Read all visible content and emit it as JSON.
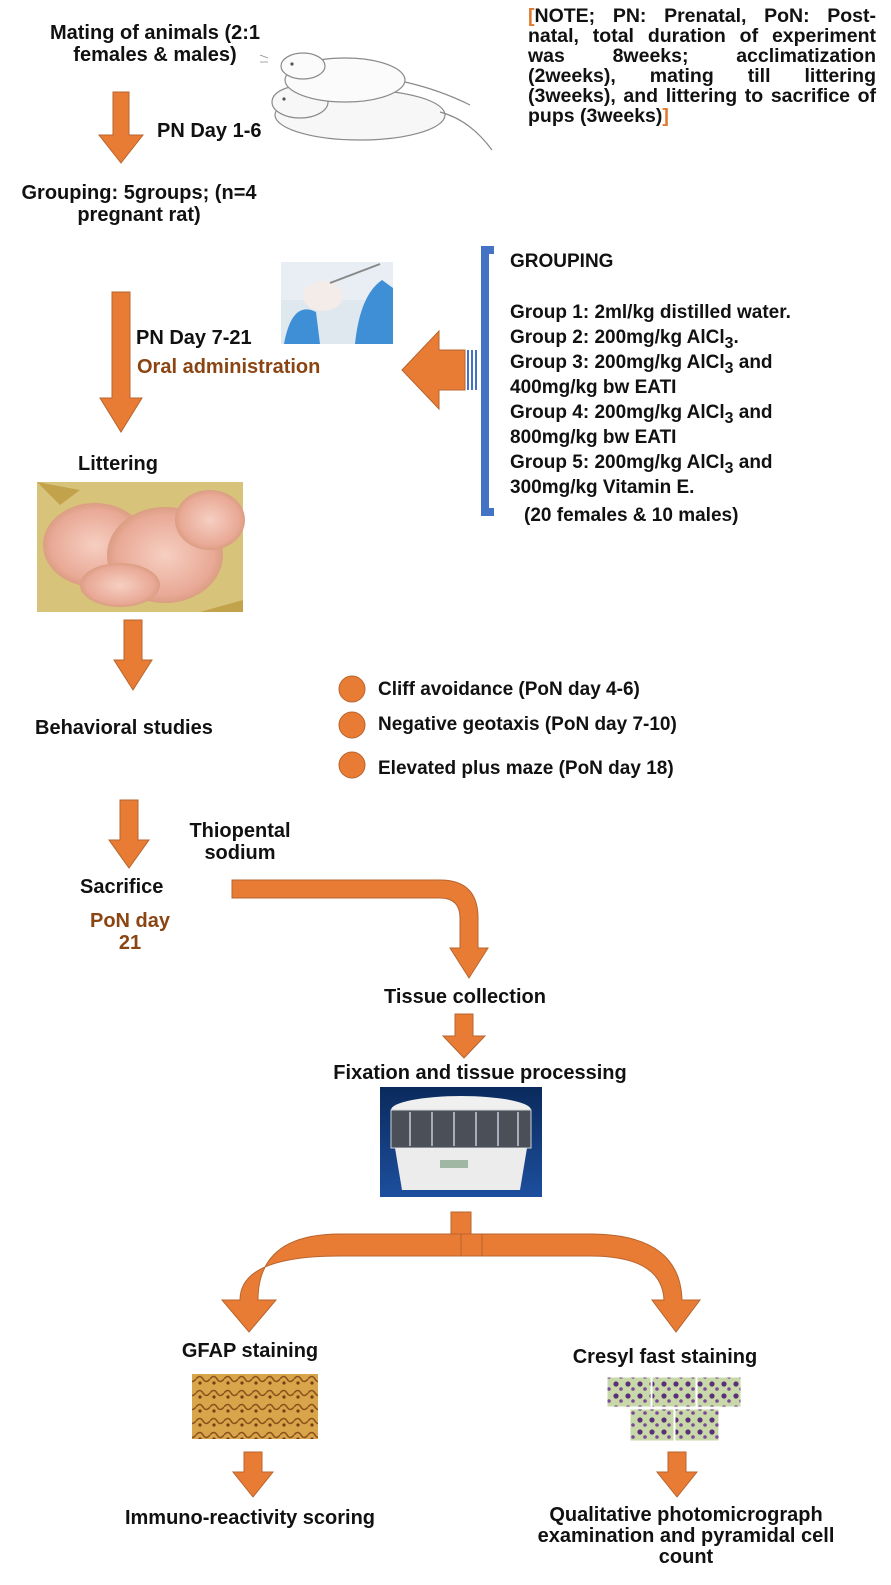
{
  "mating": {
    "line1": "Mating of animals (2:1",
    "line2": "females & males)"
  },
  "pn_day_1_6": "PN Day 1-6",
  "grouping_step": {
    "line1": "Grouping: 5groups; (n=4",
    "line2": "pregnant rat)"
  },
  "note": {
    "open_bracket": "[",
    "text": "NOTE; PN: Prenatal, PoN: Post-natal, total duration of experiment was 8weeks; acclimatization (2weeks), mating till littering (3weeks), and littering to sacrifice of pups (3weeks)",
    "close_bracket": "]"
  },
  "pn_day_7_21": "PN Day 7-21",
  "oral_administration": "Oral administration",
  "grouping_box": {
    "title": "GROUPING",
    "groups": [
      {
        "prefix": "Group 1: 2ml/kg distilled water.",
        "sub": "",
        "suffix": ""
      },
      {
        "prefix": "Group 2: 200mg/kg AlCl",
        "sub": "3",
        "suffix": "."
      },
      {
        "prefix": "Group 3: 200mg/kg AlCl",
        "sub": "3",
        "suffix": " and"
      },
      {
        "prefix": "400mg/kg bw EATI",
        "sub": "",
        "suffix": ""
      },
      {
        "prefix": "Group 4: 200mg/kg AlCl",
        "sub": "3",
        "suffix": " and"
      },
      {
        "prefix": "800mg/kg bw EATI",
        "sub": "",
        "suffix": ""
      },
      {
        "prefix": "Group 5: 200mg/kg AlCl",
        "sub": "3",
        "suffix": " and"
      },
      {
        "prefix": "300mg/kg Vitamin E.",
        "sub": "",
        "suffix": ""
      }
    ],
    "total": "(20 females & 10 males)"
  },
  "littering": "Littering",
  "behavioral_studies": "Behavioral studies",
  "tests": [
    "Cliff  avoidance (PoN day 4-6)",
    "Negative geotaxis (PoN day 7-10)",
    "Elevated plus maze (PoN day 18)"
  ],
  "thiopental": {
    "line1": "Thiopental",
    "line2": "sodium"
  },
  "sacrifice": "Sacrifice",
  "pon_day_21": {
    "line1": "PoN day",
    "line2": "21"
  },
  "tissue_collection": "Tissue collection",
  "fixation": "Fixation and tissue processing",
  "gfap_staining": "GFAP staining",
  "cresyl_staining": "Cresyl fast staining",
  "immuno_scoring": "Immuno-reactivity scoring",
  "qualitative": {
    "line1": "Qualitative photomicrograph",
    "line2": "examination and pyramidal cell",
    "line3": "count"
  },
  "colors": {
    "arrow_fill": "#e87c35",
    "arrow_stroke": "#b8642e",
    "bracket_blue": "#4472c4",
    "brown_text": "#8b4513"
  }
}
